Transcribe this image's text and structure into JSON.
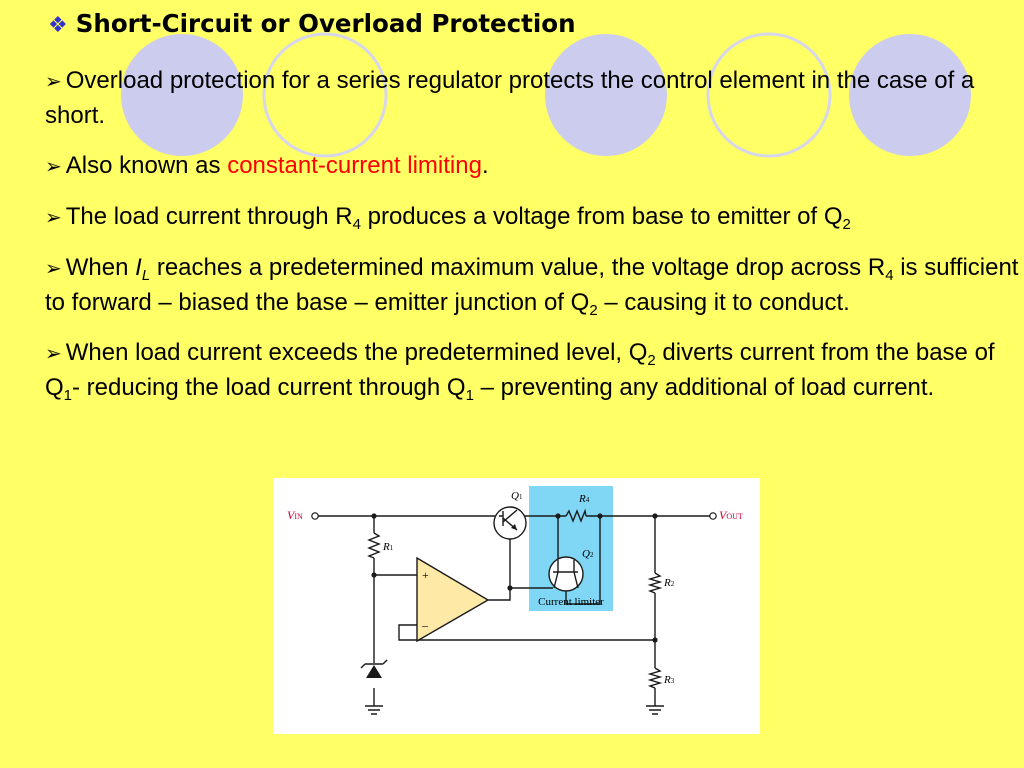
{
  "slide": {
    "bullet_glyph": "❖",
    "title": "Short-Circuit or Overload Protection",
    "point_glyph": "➢",
    "para1": "Overload protection for a series regulator protects the control element in the case of a short.",
    "para2": {
      "before": "Also known as ",
      "highlight": "constant-current limiting",
      "after": "."
    },
    "para3": {
      "a": "The load current through R",
      "a_sub": "4",
      "b": " produces a voltage from base to emitter of Q",
      "b_sub": "2"
    },
    "para4": {
      "a": "When ",
      "symbol": "I",
      "symbol_sub": "L",
      "b": " reaches a predetermined maximum value, the voltage drop across R",
      "b_sub": "4",
      "c": " is sufficient to forward – biased the base – emitter junction of Q",
      "c_sub": "2",
      "d": " – causing it to conduct."
    },
    "para5": {
      "a": "When load current exceeds the predetermined level, Q",
      "a_sub": "2",
      "b": " diverts current from the base of Q",
      "b_sub": "1",
      "c": "- reducing the load current through Q",
      "c_sub": "1",
      "d": " – preventing any additional of load current."
    }
  },
  "circuit": {
    "vin_label": "V",
    "vin_sub": "IN",
    "vout_label": "V",
    "vout_sub": "OUT",
    "q1_label": "Q",
    "q1_sub": "1",
    "q2_label": "Q",
    "q2_sub": "2",
    "r1_label": "R",
    "r1_sub": "1",
    "r2_label": "R",
    "r2_sub": "2",
    "r3_label": "R",
    "r3_sub": "3",
    "r4_label": "R",
    "r4_sub": "4",
    "opamp_plus": "+",
    "opamp_minus": "–",
    "limiter_caption": "Current limiter",
    "colors": {
      "wire": "#1a1a1a",
      "terminal_label": "#CC0033",
      "limiter_fill": "#7FD6F5",
      "opamp_fill": "#FFE9A6"
    }
  },
  "theme": {
    "background": "#FFFF66",
    "circle_fill": "#CCCCEE",
    "circle_outline": "#D6D6EC",
    "bullet_color": "#3333CC",
    "highlight_color": "#FF0000"
  }
}
